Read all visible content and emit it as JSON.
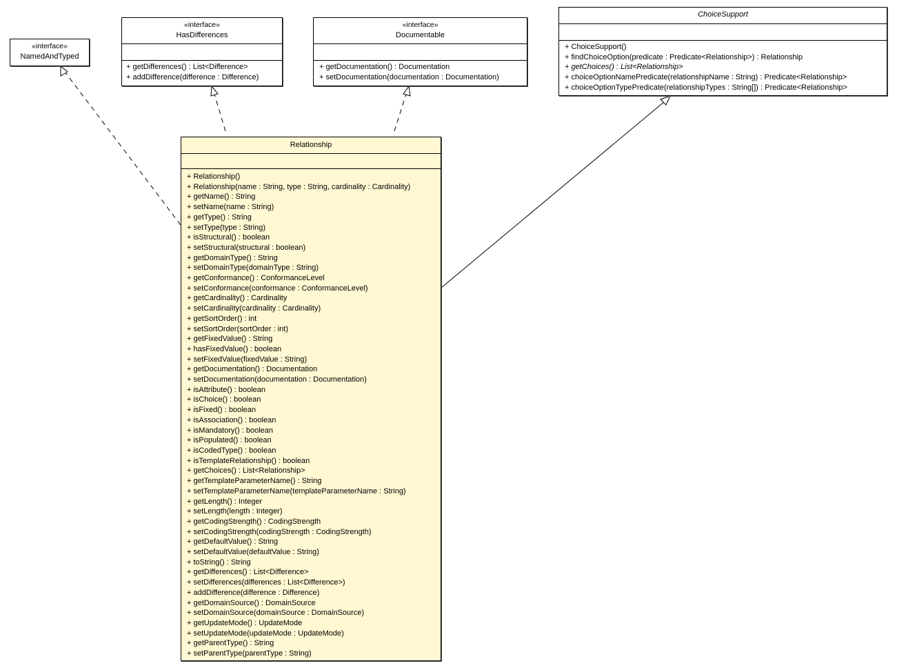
{
  "diagram": {
    "type": "uml-class-diagram",
    "highlight_color": "#fff8d2"
  },
  "classes": {
    "namedAndTyped": {
      "stereotype": "«interface»",
      "name": "NamedAndTyped",
      "operations": []
    },
    "hasDifferences": {
      "stereotype": "«interface»",
      "name": "HasDifferences",
      "operations": [
        "+ getDifferences() : List<Difference>",
        "+ addDifference(difference : Difference)"
      ]
    },
    "documentable": {
      "stereotype": "«interface»",
      "name": "Documentable",
      "operations": [
        "+ getDocumentation() : Documentation",
        "+ setDocumentation(documentation : Documentation)"
      ]
    },
    "choiceSupport": {
      "name": "ChoiceSupport",
      "abstract": true,
      "operations": [
        "+ ChoiceSupport()",
        "+ findChoiceOption(predicate : Predicate<Relationship>) : Relationship",
        "+ getChoices() : List<Relationship>",
        "+ choiceOptionNamePredicate(relationshipName : String) : Predicate<Relationship>",
        "+ choiceOptionTypePredicate(relationshipTypes : String[]) : Predicate<Relationship>"
      ],
      "abstract_operations": [
        2
      ]
    },
    "relationship": {
      "name": "Relationship",
      "operations": [
        "+ Relationship()",
        "+ Relationship(name : String, type : String, cardinality : Cardinality)",
        "+ getName() : String",
        "+ setName(name : String)",
        "+ getType() : String",
        "+ setType(type : String)",
        "+ isStructural() : boolean",
        "+ setStructural(structural : boolean)",
        "+ getDomainType() : String",
        "+ setDomainType(domainType : String)",
        "+ getConformance() : ConformanceLevel",
        "+ setConformance(conformance : ConformanceLevel)",
        "+ getCardinality() : Cardinality",
        "+ setCardinality(cardinality : Cardinality)",
        "+ getSortOrder() : int",
        "+ setSortOrder(sortOrder : int)",
        "+ getFixedValue() : String",
        "+ hasFixedValue() : boolean",
        "+ setFixedValue(fixedValue : String)",
        "+ getDocumentation() : Documentation",
        "+ setDocumentation(documentation : Documentation)",
        "+ isAttribute() : boolean",
        "+ isChoice() : boolean",
        "+ isFixed() : boolean",
        "+ isAssociation() : boolean",
        "+ isMandatory() : boolean",
        "+ isPopulated() : boolean",
        "+ isCodedType() : boolean",
        "+ isTemplateRelationship() : boolean",
        "+ getChoices() : List<Relationship>",
        "+ getTemplateParameterName() : String",
        "+ setTemplateParameterName(templateParameterName : String)",
        "+ getLength() : Integer",
        "+ setLength(length : Integer)",
        "+ getCodingStrength() : CodingStrength",
        "+ setCodingStrength(codingStrength : CodingStrength)",
        "+ getDefaultValue() : String",
        "+ setDefaultValue(defaultValue : String)",
        "+ toString() : String",
        "+ getDifferences() : List<Difference>",
        "+ setDifferences(differences : List<Difference>)",
        "+ addDifference(difference : Difference)",
        "+ getDomainSource() : DomainSource",
        "+ setDomainSource(domainSource : DomainSource)",
        "+ getUpdateMode() : UpdateMode",
        "+ setUpdateMode(updateMode : UpdateMode)",
        "+ getParentType() : String",
        "+ setParentType(parentType : String)"
      ]
    }
  },
  "relations": [
    {
      "from": "Relationship",
      "to": "NamedAndTyped",
      "kind": "realization"
    },
    {
      "from": "Relationship",
      "to": "HasDifferences",
      "kind": "realization"
    },
    {
      "from": "Relationship",
      "to": "Documentable",
      "kind": "realization"
    },
    {
      "from": "Relationship",
      "to": "ChoiceSupport",
      "kind": "generalization"
    }
  ]
}
